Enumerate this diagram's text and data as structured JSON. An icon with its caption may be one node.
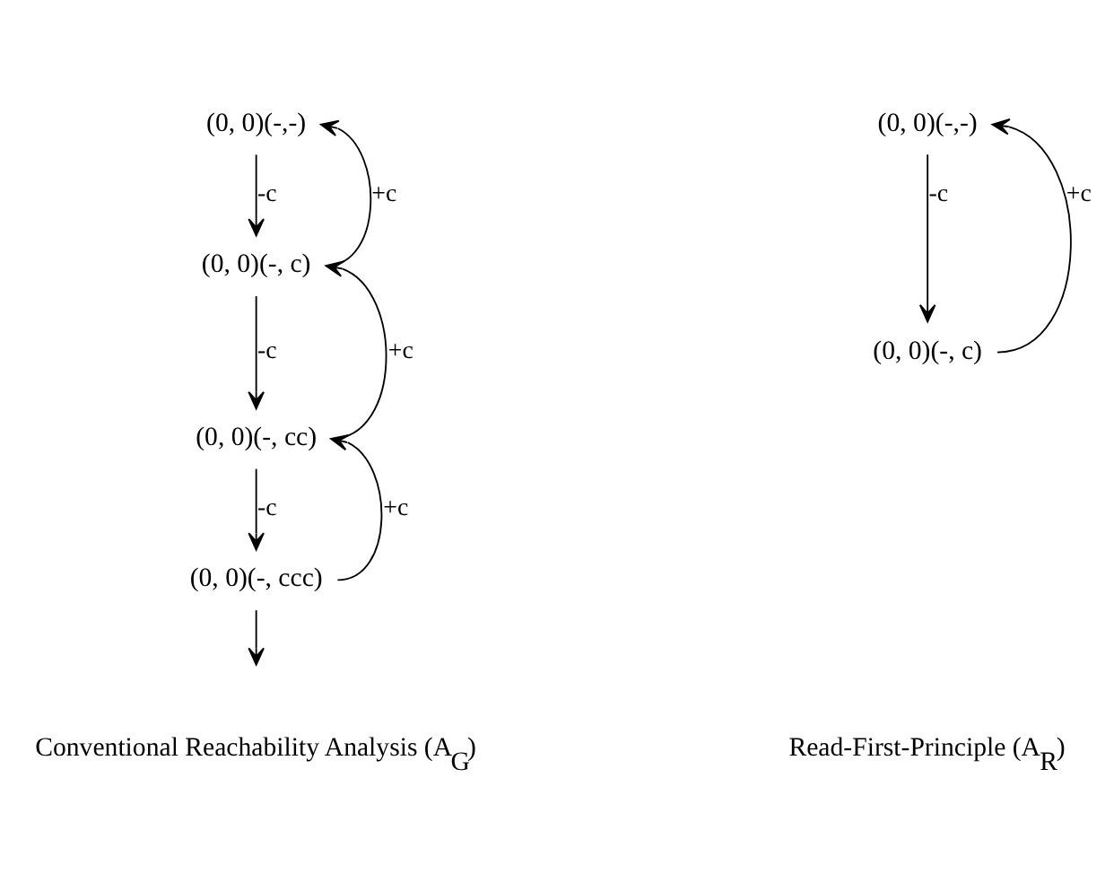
{
  "diagram": {
    "nodes": [
      {
        "text": [
          "(0, 0)(-,-)"
        ]
      },
      {
        "text": [
          "(0, 0)(-, c)"
        ]
      },
      {
        "text": [
          "(0, 0)(-, cc)"
        ]
      },
      {
        "text": [
          "(0, 0)(-, ccc)"
        ]
      },
      {
        "text": [
          "(0, 0)(-,-)"
        ]
      },
      {
        "text": [
          "(0, 0)(-, c)"
        ]
      }
    ],
    "edges": [
      {
        "from": 0,
        "to": 1,
        "arrow": "to",
        "label": "-c"
      },
      {
        "from": 1,
        "to": 0,
        "arrow": "to",
        "label": "+c"
      },
      {
        "from": 1,
        "to": 2,
        "arrow": "to",
        "label": "-c"
      },
      {
        "from": 2,
        "to": 1,
        "arrow": "to",
        "label": "+c"
      },
      {
        "from": 2,
        "to": 3,
        "arrow": "to",
        "label": "-c"
      },
      {
        "from": 3,
        "to": 2,
        "arrow": "to",
        "label": "+c"
      },
      {
        "from": 3,
        "to": null,
        "arrow": "to"
      },
      {
        "from": 4,
        "to": 5,
        "arrow": "to",
        "label": "-c"
      },
      {
        "from": 5,
        "to": 4,
        "arrow": "to",
        "label": "+c"
      }
    ],
    "labels": [
      "Conventional Reachability Analysis (A$_{G}$)",
      "Read-First-Principle (A$_{R}$)"
    ]
  }
}
